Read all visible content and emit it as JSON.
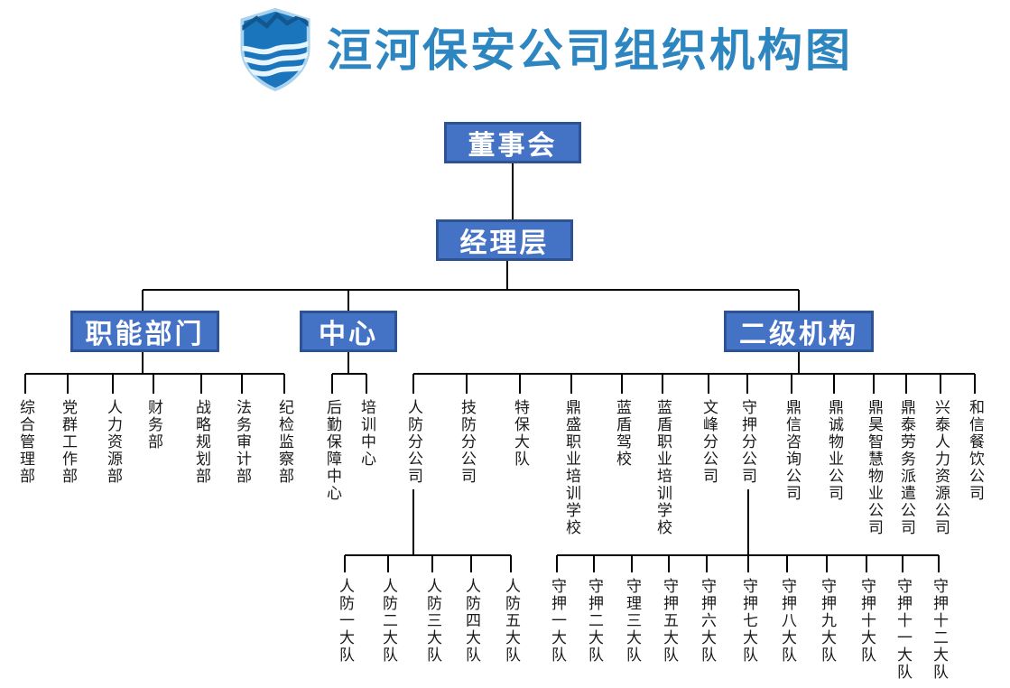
{
  "header": {
    "title": "洹河保安公司组织机构图",
    "logo_icon": "blue-shield-waves-logo"
  },
  "colors": {
    "box_fill": "#4472C4",
    "box_border": "#2E5395",
    "box_text": "#FFFFFF",
    "title_text": "#2E86C1",
    "connector": "#000000",
    "label_text": "#1A1A1A",
    "logo_main": "#1B75BC",
    "logo_dark": "#12578F",
    "logo_light": "#A8D2EE",
    "logo_wave": "#E9F5FC"
  },
  "org": {
    "root": {
      "label": "董事会"
    },
    "level2": {
      "label": "经理层"
    },
    "branches": [
      {
        "label": "职能部门",
        "children": [
          "综合管理部",
          "党群工作部",
          "人力资源部",
          "财务部",
          "战略规划部",
          "法务审计部",
          "纪检监察部"
        ]
      },
      {
        "label": "中心",
        "children": [
          "后勤保障中心",
          "培训中心"
        ]
      },
      {
        "label": "二级机构",
        "children": [
          "人防分公司",
          "技防分公司",
          "特保大队",
          "鼎盛职业培训学校",
          "蓝盾驾校",
          "蓝盾职业培训学校",
          "文峰分公司",
          "守押分公司",
          "鼎信咨询公司",
          "鼎诚物业公司",
          "鼎昊智慧物业公司",
          "鼎泰劳务派遣公司",
          "兴泰人力资源公司",
          "和信餐饮公司"
        ]
      }
    ],
    "subgroups": [
      {
        "parent": "人防分公司",
        "children": [
          "人防一大队",
          "人防二大队",
          "人防三大队",
          "人防四大队",
          "人防五大队"
        ]
      },
      {
        "parent": "守押分公司",
        "children": [
          "守押一大队",
          "守押二大队",
          "守理三大队",
          "守押五大队",
          "守押六大队",
          "守押七大队",
          "守押八大队",
          "守押九大队",
          "守押十大队",
          "守押十一大队",
          "守押十二大队"
        ]
      }
    ]
  }
}
